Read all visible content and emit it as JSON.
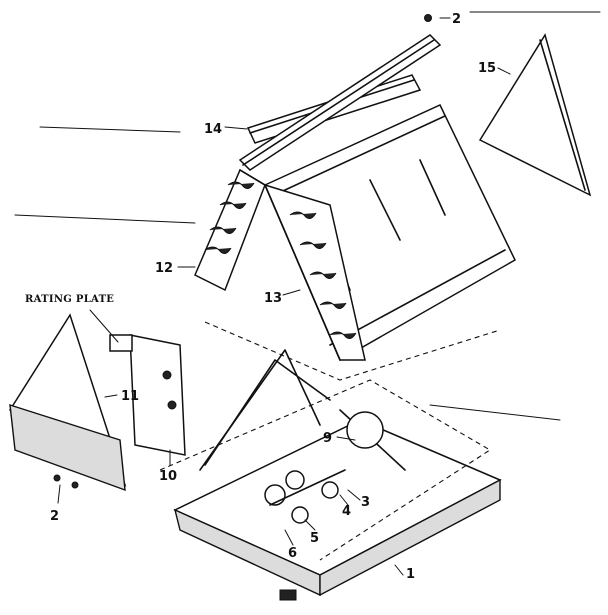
{
  "callouts": {
    "p1": "1",
    "p2_top": "2",
    "p2_bottom": "2",
    "p3": "3",
    "p4": "4",
    "p5": "5",
    "p6": "6",
    "p9": "9",
    "p10": "10",
    "p11": "11",
    "p12": "12",
    "p13": "13",
    "p14": "14",
    "p15": "15"
  },
  "rating_plate_label": "RATING PLATE"
}
